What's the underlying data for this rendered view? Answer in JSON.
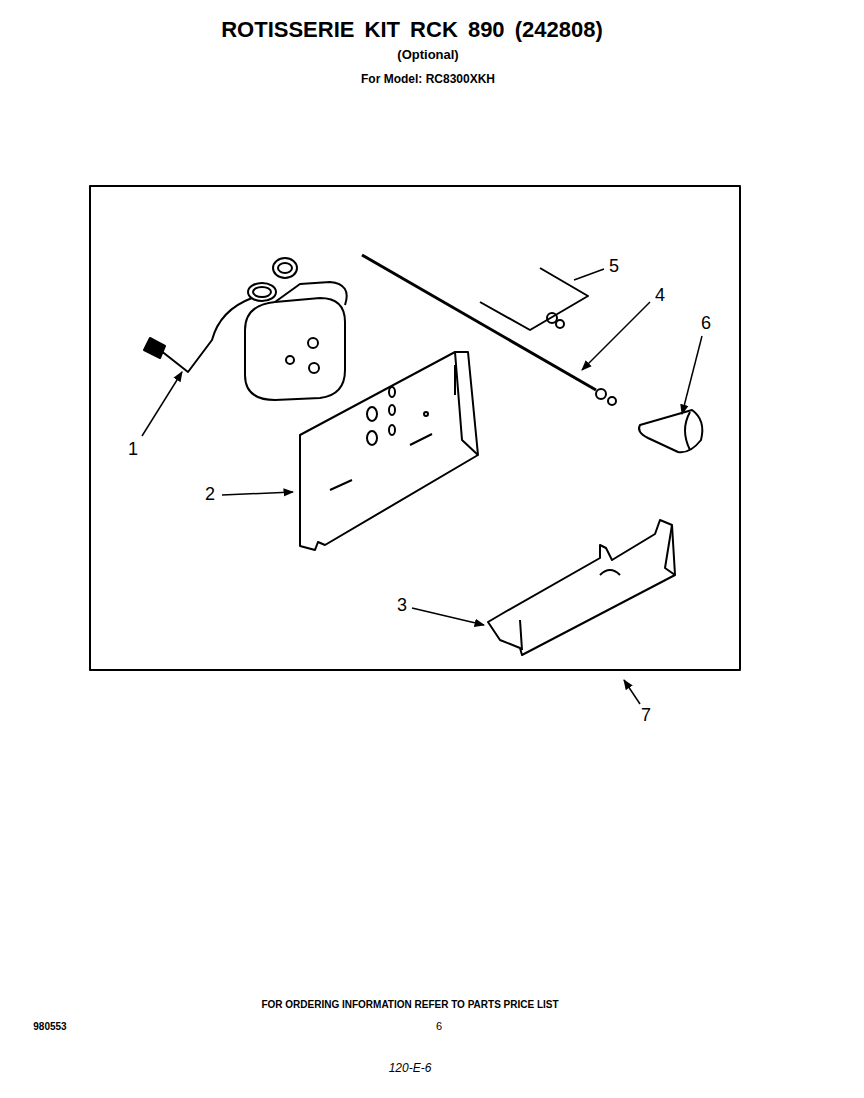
{
  "diagram": {
    "title": "ROTISSERIE KIT RCK 890 (242808)",
    "labels": [
      "(Optional)",
      "For Model: RC8300XKH",
      "1",
      "2",
      "3",
      "4",
      "5",
      "6",
      "7",
      "FOR ORDERING INFORMATION REFER TO PARTS PRICE LIST",
      "980553",
      "6",
      "120-E-6"
    ]
  }
}
